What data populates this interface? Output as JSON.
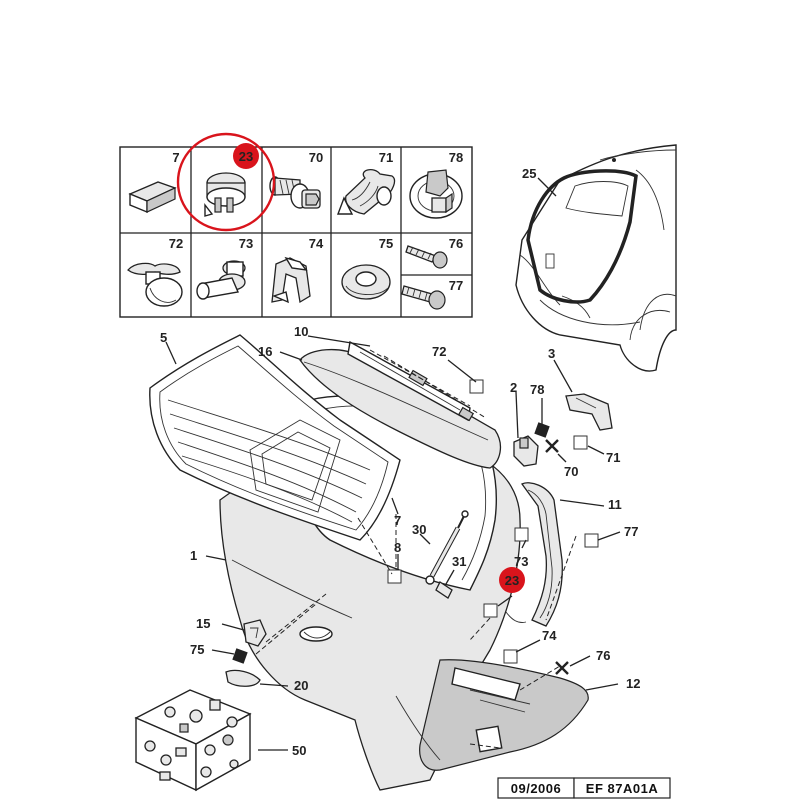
{
  "grid_labels": {
    "c7": "7",
    "c23": "23",
    "c70": "70",
    "c71": "71",
    "c78": "78",
    "c72": "72",
    "c73": "73",
    "c74": "74",
    "c75": "75",
    "c76": "76",
    "c77": "77"
  },
  "callouts": {
    "p25": "25",
    "p5": "5",
    "p10": "10",
    "p16": "16",
    "p72": "72",
    "p3": "3",
    "p2": "2",
    "p78": "78",
    "p70": "70",
    "p71": "71",
    "p11": "11",
    "p77": "77",
    "p7": "7",
    "p30": "30",
    "p8": "8",
    "p31": "31",
    "p73": "73",
    "p23": "23",
    "p1": "1",
    "p15": "15",
    "p75": "75",
    "p20": "20",
    "p74": "74",
    "p76": "76",
    "p12": "12",
    "p50": "50"
  },
  "footer": {
    "date": "09/2006",
    "code": "EF 87A01A"
  },
  "colors": {
    "highlight": "#d9141c",
    "ink": "#222222"
  }
}
